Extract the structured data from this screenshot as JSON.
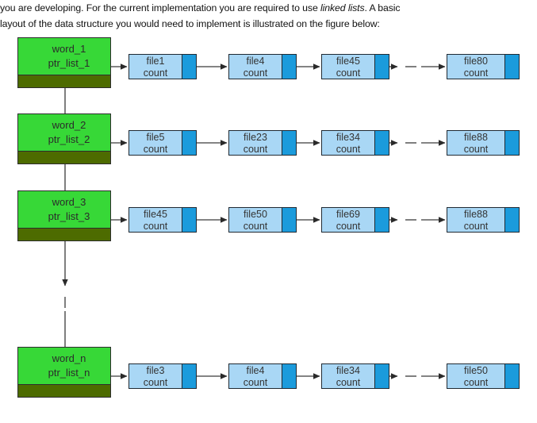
{
  "prose": {
    "line1_a": "you are developing. For the current implementation you are required to use ",
    "line1_em": "linked lists",
    "line1_b": ". A basic",
    "line2": "layout of the data structure you would need to implement is illustrated on the figure below:"
  },
  "figure": {
    "title": "linked-list-index-diagram",
    "colors": {
      "word_box_fill": "#37d837",
      "word_bar_fill": "#4d6b00",
      "node_data_fill": "#a9d7f5",
      "node_ptr_fill": "#1b9bdc",
      "stroke": "#202a33",
      "arrow": "#333333"
    },
    "ellipsis_label": "—",
    "rows": [
      {
        "word": "word_1",
        "ptr": "ptr_list_1",
        "nodes": [
          {
            "file": "file1",
            "count": "count"
          },
          {
            "file": "file4",
            "count": "count"
          },
          {
            "file": "file45",
            "count": "count"
          },
          {
            "file": "file80",
            "count": "count"
          }
        ]
      },
      {
        "word": "word_2",
        "ptr": "ptr_list_2",
        "nodes": [
          {
            "file": "file5",
            "count": "count"
          },
          {
            "file": "file23",
            "count": "count"
          },
          {
            "file": "file34",
            "count": "count"
          },
          {
            "file": "file88",
            "count": "count"
          }
        ]
      },
      {
        "word": "word_3",
        "ptr": "ptr_list_3",
        "nodes": [
          {
            "file": "file45",
            "count": "count"
          },
          {
            "file": "file50",
            "count": "count"
          },
          {
            "file": "file69",
            "count": "count"
          },
          {
            "file": "file88",
            "count": "count"
          }
        ]
      },
      {
        "word": "word_n",
        "ptr": "ptr_list_n",
        "nodes": [
          {
            "file": "file3",
            "count": "count"
          },
          {
            "file": "file4",
            "count": "count"
          },
          {
            "file": "file34",
            "count": "count"
          },
          {
            "file": "file50",
            "count": "count"
          }
        ]
      }
    ]
  }
}
